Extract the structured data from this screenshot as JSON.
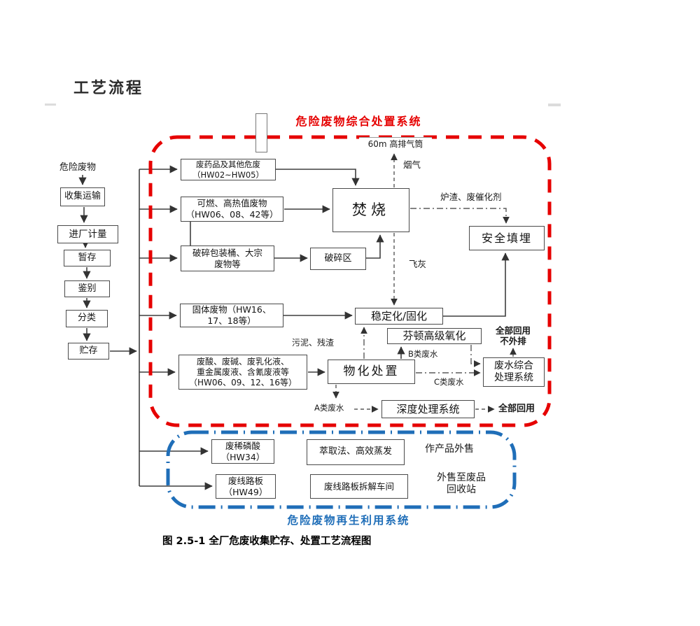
{
  "page": {
    "title": "工艺流程",
    "caption": "图 2.5-1 全厂危废收集贮存、处置工艺流程图"
  },
  "colors": {
    "red": "#e60000",
    "blue": "#1f6eb8"
  },
  "systems": {
    "disposal_title": "危险废物综合处置系统",
    "recycle_title": "危险废物再生利用系统"
  },
  "pretreatment": {
    "source": "危险废物",
    "steps": [
      "收集运输",
      "进厂计量",
      "暂存",
      "鉴别",
      "分类",
      "贮存"
    ]
  },
  "nodes": {
    "pharma": "废药品及其他危废\n（HW02~HW05）",
    "combustible": "可燃、高热值废物\n（HW06、08、42等）",
    "drums": "破碎包装桶、大宗\n废物等",
    "crush_area": "破碎区",
    "incineration": "焚烧",
    "landfill": "安全填埋",
    "solid_waste": "固体废物（HW16、\n17、18等）",
    "stabilization": "稳定化/固化",
    "fenton": "芬顿高级氧化",
    "physchem": "物化处置",
    "wastewater_system": "废水综合\n处理系统",
    "acids": "废酸、废碱、废乳化液、\n重金属废液、含氰废液等\n（HW06、09、12、16等）",
    "deep_treatment": "深度处理系统",
    "phosphoric": "废稀磷酸\n（HW34）",
    "extraction": "萃取法、高效蒸发",
    "pcb": "废线路板\n（HW49）",
    "dismantling": "废线路板拆解车间"
  },
  "labels": {
    "stack": "60m 高排气筒",
    "flue_gas": "烟气",
    "slag": "炉渣、废催化剂",
    "fly_ash": "飞灰",
    "sludge": "污泥、残渣",
    "water_b": "B类废水",
    "water_c": "C类废水",
    "water_a": "A类废水",
    "reuse_no_discharge": "全部回用\n不外排",
    "reuse_all": "全部回用",
    "sell_product": "作产品外售",
    "sell_scrap": "外售至废品\n回收站"
  }
}
